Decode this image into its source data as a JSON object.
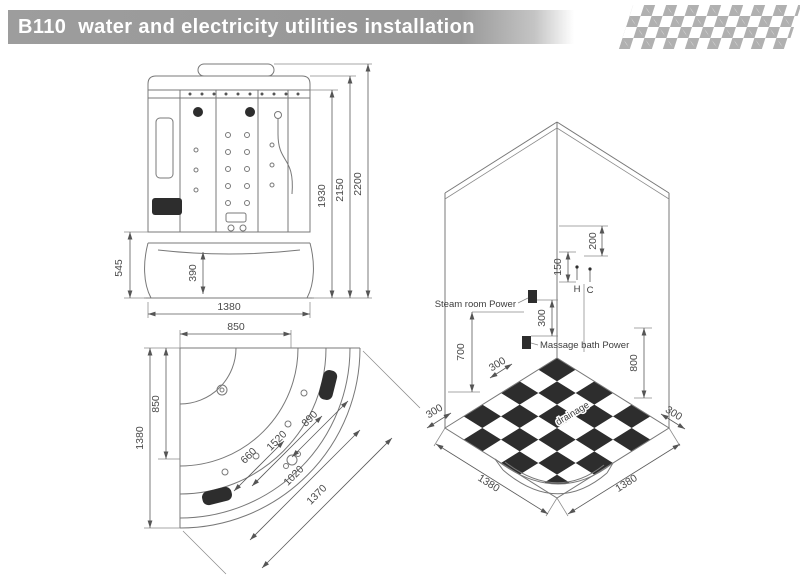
{
  "header": {
    "title": "B110  water and electricity utilities installation"
  },
  "front_view": {
    "dims": {
      "total_height": "2200",
      "roof_height": "2150",
      "cabin_height": "1930",
      "tub_height": "545",
      "tub_inner_depth": "390",
      "width": "1380"
    }
  },
  "plan_view": {
    "dims": {
      "top_width_850": "850",
      "left_850": "850",
      "left_1380": "1380",
      "diag_890": "890",
      "diag_1520": "1520",
      "diag_660": "660",
      "front_1020": "1020",
      "front_1370": "1370"
    }
  },
  "iso_view": {
    "labels": {
      "steam_power": "Steam room Power",
      "massage_power": "Massage bath Power",
      "drainage": "drainage",
      "hot": "H",
      "cold": "C"
    },
    "dims": {
      "d200": "200",
      "d150": "150",
      "wall_300": "300",
      "d700": "700",
      "mid_300": "300",
      "d800": "800",
      "left_300": "300",
      "left_1380": "1380",
      "right_1380": "1380",
      "right_300": "300"
    }
  }
}
